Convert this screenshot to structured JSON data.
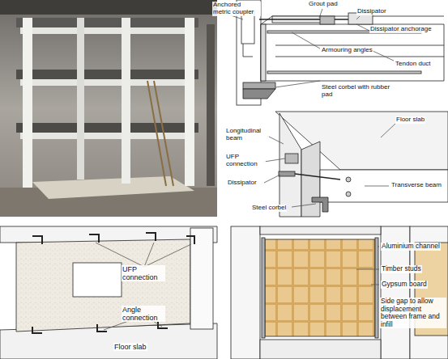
{
  "diagram": {
    "labels": [
      "Anchored metric coupler",
      "Grout pad",
      "Dissipator",
      "Dissipator anchorage",
      "Armouring angles",
      "Tendon duct",
      "Steel corbel with rubber pad",
      "Floor slab",
      "Longitudinal beam",
      "UFP connection",
      "Dissipator",
      "Transverse beam",
      "Steel corbel",
      "UFP connection",
      "Angle connection",
      "Floor slab",
      "Aluminium channel",
      "Timber studs",
      "Gypsum board",
      "Side gap to allow displacement between frame and infill"
    ]
  }
}
